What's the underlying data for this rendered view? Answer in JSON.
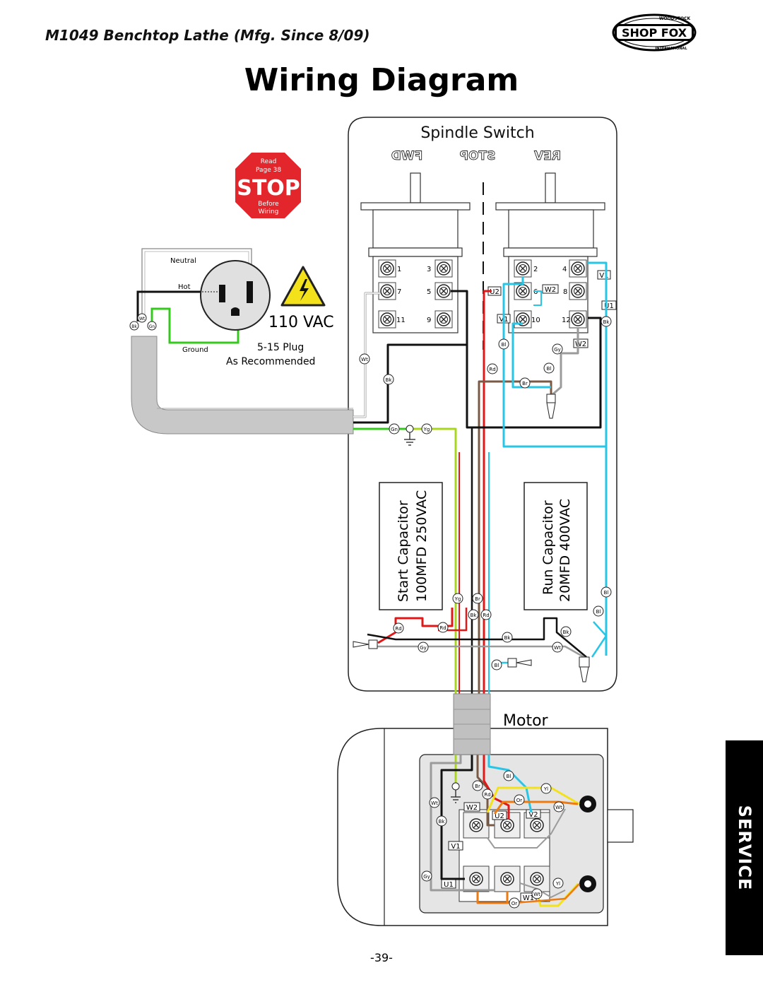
{
  "header": {
    "title": "M1049 Benchtop Lathe (Mfg. Since 8/09)",
    "logo_text": "SHOP FOX",
    "logo_arc_top": "WOODSTOCK",
    "logo_arc_bottom": "INTERNATIONAL"
  },
  "page": {
    "title": "Wiring Diagram",
    "number": "-39-",
    "tab_label": "SERVICE"
  },
  "stop_sign": {
    "line1": "Read",
    "line2": "Page 38",
    "main": "STOP",
    "line3": "Before",
    "line4": "Wiring"
  },
  "outlet": {
    "neutral_label": "Neutral",
    "hot_label": "Hot",
    "ground_label": "Ground",
    "voltage": "110 VAC",
    "plug_line1": "5-15 Plug",
    "plug_line2": "As Recommended",
    "wire_wt": "Wt",
    "wire_bk": "Bk",
    "wire_gn": "Gn"
  },
  "switch": {
    "title": "Spindle Switch",
    "positions": [
      "FWD",
      "STOP",
      "REV"
    ],
    "left_terminals": [
      "1",
      "3",
      "7",
      "5",
      "11",
      "9"
    ],
    "right_terminals": [
      "2",
      "4",
      "6",
      "8",
      "10",
      "12"
    ],
    "tags": [
      "V1",
      "U2",
      "W2",
      "U1",
      "V1",
      "W2"
    ]
  },
  "wire_labels": {
    "wt": "Wt",
    "bk": "Bk",
    "gn": "Gn",
    "yg": "Yg",
    "rd": "Rd",
    "bl": "Bl",
    "gy": "Gy",
    "br": "Br",
    "yl": "Yl",
    "or": "Or"
  },
  "capacitors": {
    "start": {
      "line1": "Start Capacitor",
      "line2": "100MFD 250VAC"
    },
    "run": {
      "line1": "Run Capacitor",
      "line2": "20MFD 400VAC"
    }
  },
  "motor": {
    "title": "Motor",
    "tags": [
      "W2",
      "U2",
      "V2",
      "V1",
      "U1",
      "W1"
    ]
  },
  "colors": {
    "green": "#35c81e",
    "yellow_green": "#a9d61f",
    "red": "#e01818",
    "blue": "#27c6e6",
    "brown": "#7a5a45",
    "gray": "#9b9b9b",
    "black": "#111111",
    "yellow": "#f3e21b",
    "orange": "#ee7a12",
    "stop_red": "#e3262c"
  }
}
